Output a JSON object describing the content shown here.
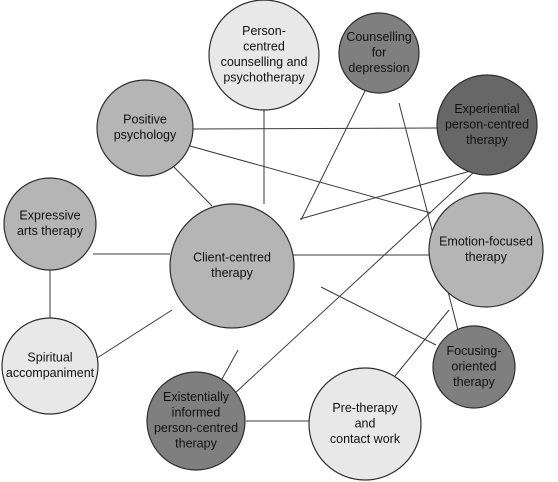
{
  "colors": {
    "light": "#e8e8e8",
    "medium": "#b5b5b5",
    "dark": "#7f7f7f",
    "darkest": "#676767",
    "line": "#3a3a3a",
    "outline": "#2e2e2e"
  },
  "nodes": [
    {
      "id": "person-centred",
      "lines": [
        "Person-",
        "centred",
        "counselling and",
        "psychotherapy"
      ],
      "fill": "light"
    },
    {
      "id": "counselling-depression",
      "lines": [
        "Counselling",
        "for",
        "depression"
      ],
      "fill": "dark"
    },
    {
      "id": "positive-psychology",
      "lines": [
        "Positive",
        "psychology"
      ],
      "fill": "medium"
    },
    {
      "id": "experiential",
      "lines": [
        "Experiential",
        "person-centred",
        "therapy"
      ],
      "fill": "darkest"
    },
    {
      "id": "expressive-arts",
      "lines": [
        "Expressive",
        "arts therapy"
      ],
      "fill": "medium"
    },
    {
      "id": "client-centred",
      "lines": [
        "Client-centred",
        "therapy"
      ],
      "fill": "medium"
    },
    {
      "id": "emotion-focused",
      "lines": [
        "Emotion-focused",
        "therapy"
      ],
      "fill": "medium"
    },
    {
      "id": "spiritual",
      "lines": [
        "Spiritual",
        "accompaniment"
      ],
      "fill": "light"
    },
    {
      "id": "focusing-oriented",
      "lines": [
        "Focusing-",
        "oriented",
        "therapy"
      ],
      "fill": "dark"
    },
    {
      "id": "existentially-informed",
      "lines": [
        "Existentially",
        "informed",
        "person-centred",
        "therapy"
      ],
      "fill": "dark"
    },
    {
      "id": "pre-therapy",
      "lines": [
        "Pre-therapy",
        "and",
        "contact work"
      ],
      "fill": "light"
    }
  ]
}
